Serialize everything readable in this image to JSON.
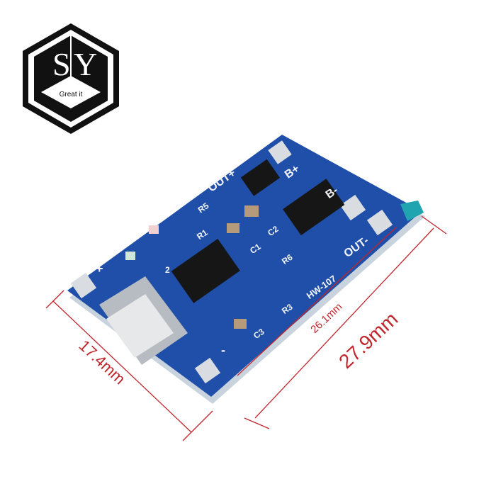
{
  "logo": {
    "letters": "SY",
    "tagline": "Great it"
  },
  "board": {
    "color": "#1f4fa8",
    "labels": {
      "out_plus": "OUT+",
      "b_plus": "B+",
      "b_minus": "B-",
      "out_minus": "OUT-",
      "model": "HW-107",
      "r5": "R5",
      "r1": "R1",
      "c2": "C2",
      "c1": "C1",
      "r6": "R6",
      "r3": "R3",
      "c3": "C3",
      "in_plus": "+",
      "in_minus": "-",
      "r2": "2"
    }
  },
  "dimensions": {
    "width": "17.4mm",
    "inner_length": "26.1mm",
    "length": "27.9mm",
    "color": "#c0262c"
  }
}
